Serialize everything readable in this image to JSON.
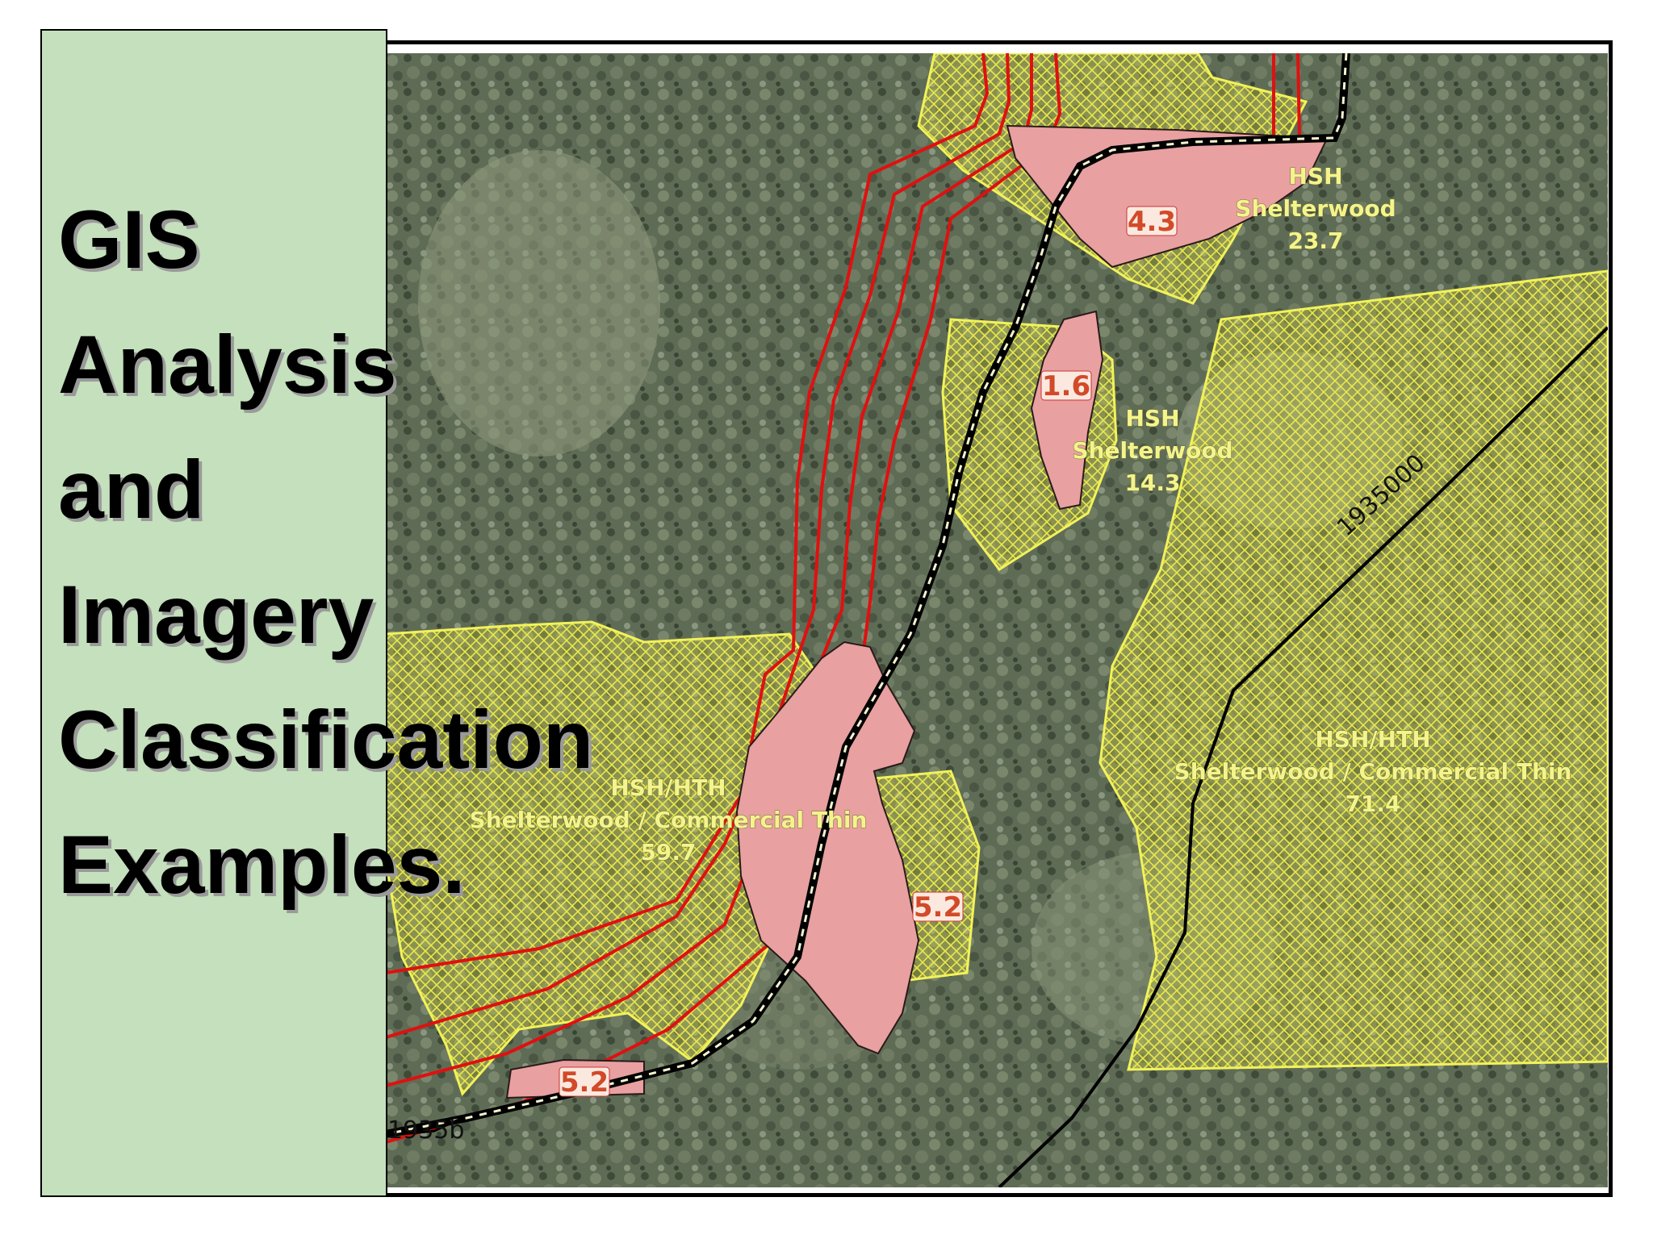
{
  "title_lines": [
    "GIS",
    "Analysis",
    "and",
    "Imagery",
    "Classification",
    "Examples."
  ],
  "map": {
    "stand_labels": [
      {
        "code": "HSH",
        "prescription": "Shelterwood",
        "acres": "23.7"
      },
      {
        "code": "HSH",
        "prescription": "Shelterwood",
        "acres": "14.3"
      },
      {
        "code": "HSH/HTH",
        "prescription": "Shelterwood / Commercial Thin",
        "acres": "59.7"
      },
      {
        "code": "HSH/HTH",
        "prescription": "Shelterwood / Commercial Thin",
        "acres": "71.4"
      }
    ],
    "buffer_labels": [
      "4.3",
      "1.6",
      "5.2",
      "5.2"
    ],
    "grid_labels": [
      "1935000",
      "1935b"
    ]
  },
  "colors": {
    "panel": "#c4e0bc",
    "forest": "#5d6a52",
    "stand_fill": "#c9c94a",
    "stand_line": "#f2f25a",
    "buffer_fill": "#e8a0a0",
    "stream_buffer_line": "#e01010",
    "road": "#000000"
  }
}
